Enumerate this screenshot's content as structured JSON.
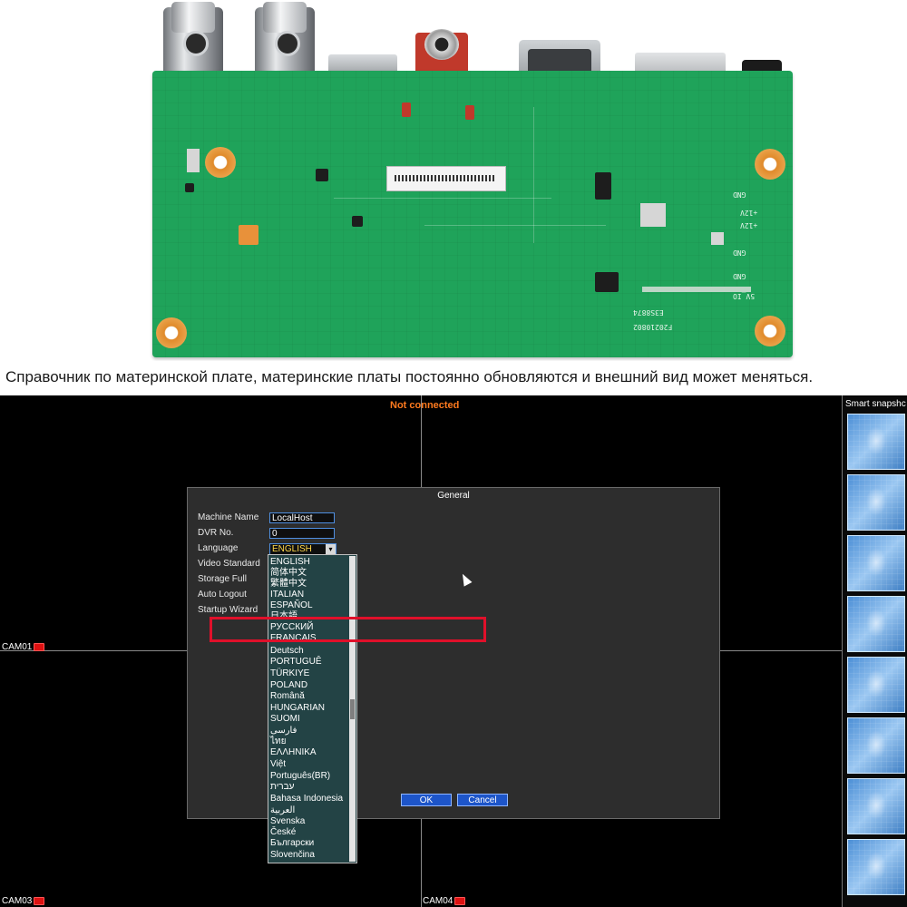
{
  "caption": "Справочник по материнской плате, материнские платы постоянно обновляются и внешний вид может меняться.",
  "pcb": {
    "silkscreen": [
      "E3S8874",
      "F20210802",
      "GND",
      "+12V",
      "+12V",
      "GND",
      "GND",
      "5V_IO"
    ]
  },
  "dvr": {
    "status": "Not connected",
    "status_color": "#ff7a1e",
    "cameras": [
      "CAM01",
      "CAM03",
      "CAM04"
    ],
    "snapshot_panel": {
      "title": "Smart snapshc",
      "count": 8
    },
    "dialog": {
      "title": "General",
      "fields": {
        "machine_name": {
          "label": "Machine Name",
          "value": "LocalHost"
        },
        "dvr_no": {
          "label": "DVR No.",
          "value": "0"
        },
        "language": {
          "label": "Language",
          "value": "ENGLISH"
        },
        "video_standard": {
          "label": "Video Standard"
        },
        "storage_full": {
          "label": "Storage Full"
        },
        "auto_logout": {
          "label": "Auto Logout"
        },
        "startup_wizard": {
          "label": "Startup Wizard"
        }
      },
      "ok_label": "OK",
      "cancel_label": "Cancel"
    },
    "language_options": [
      "ENGLISH",
      "简体中文",
      "繁體中文",
      "ITALIAN",
      "ESPAÑOL",
      "日本語",
      "РУССКИЙ",
      "FRANÇAIS",
      "Deutsch",
      "PORTUGUÊ",
      "TÜRKIYE",
      "POLAND",
      "Română",
      "HUNGARIAN",
      "SUOMI",
      "فارسی",
      "ไทย",
      "ΕΛΛΗΝΙΚΑ",
      "Việt",
      "Português(BR)",
      "עברית",
      "Bahasa Indonesia",
      "العربية",
      "Svenska",
      "České",
      "Български",
      "Slovenčina"
    ],
    "highlighted_option": "РУССКИЙ",
    "highlight_color": "#e0102a"
  }
}
